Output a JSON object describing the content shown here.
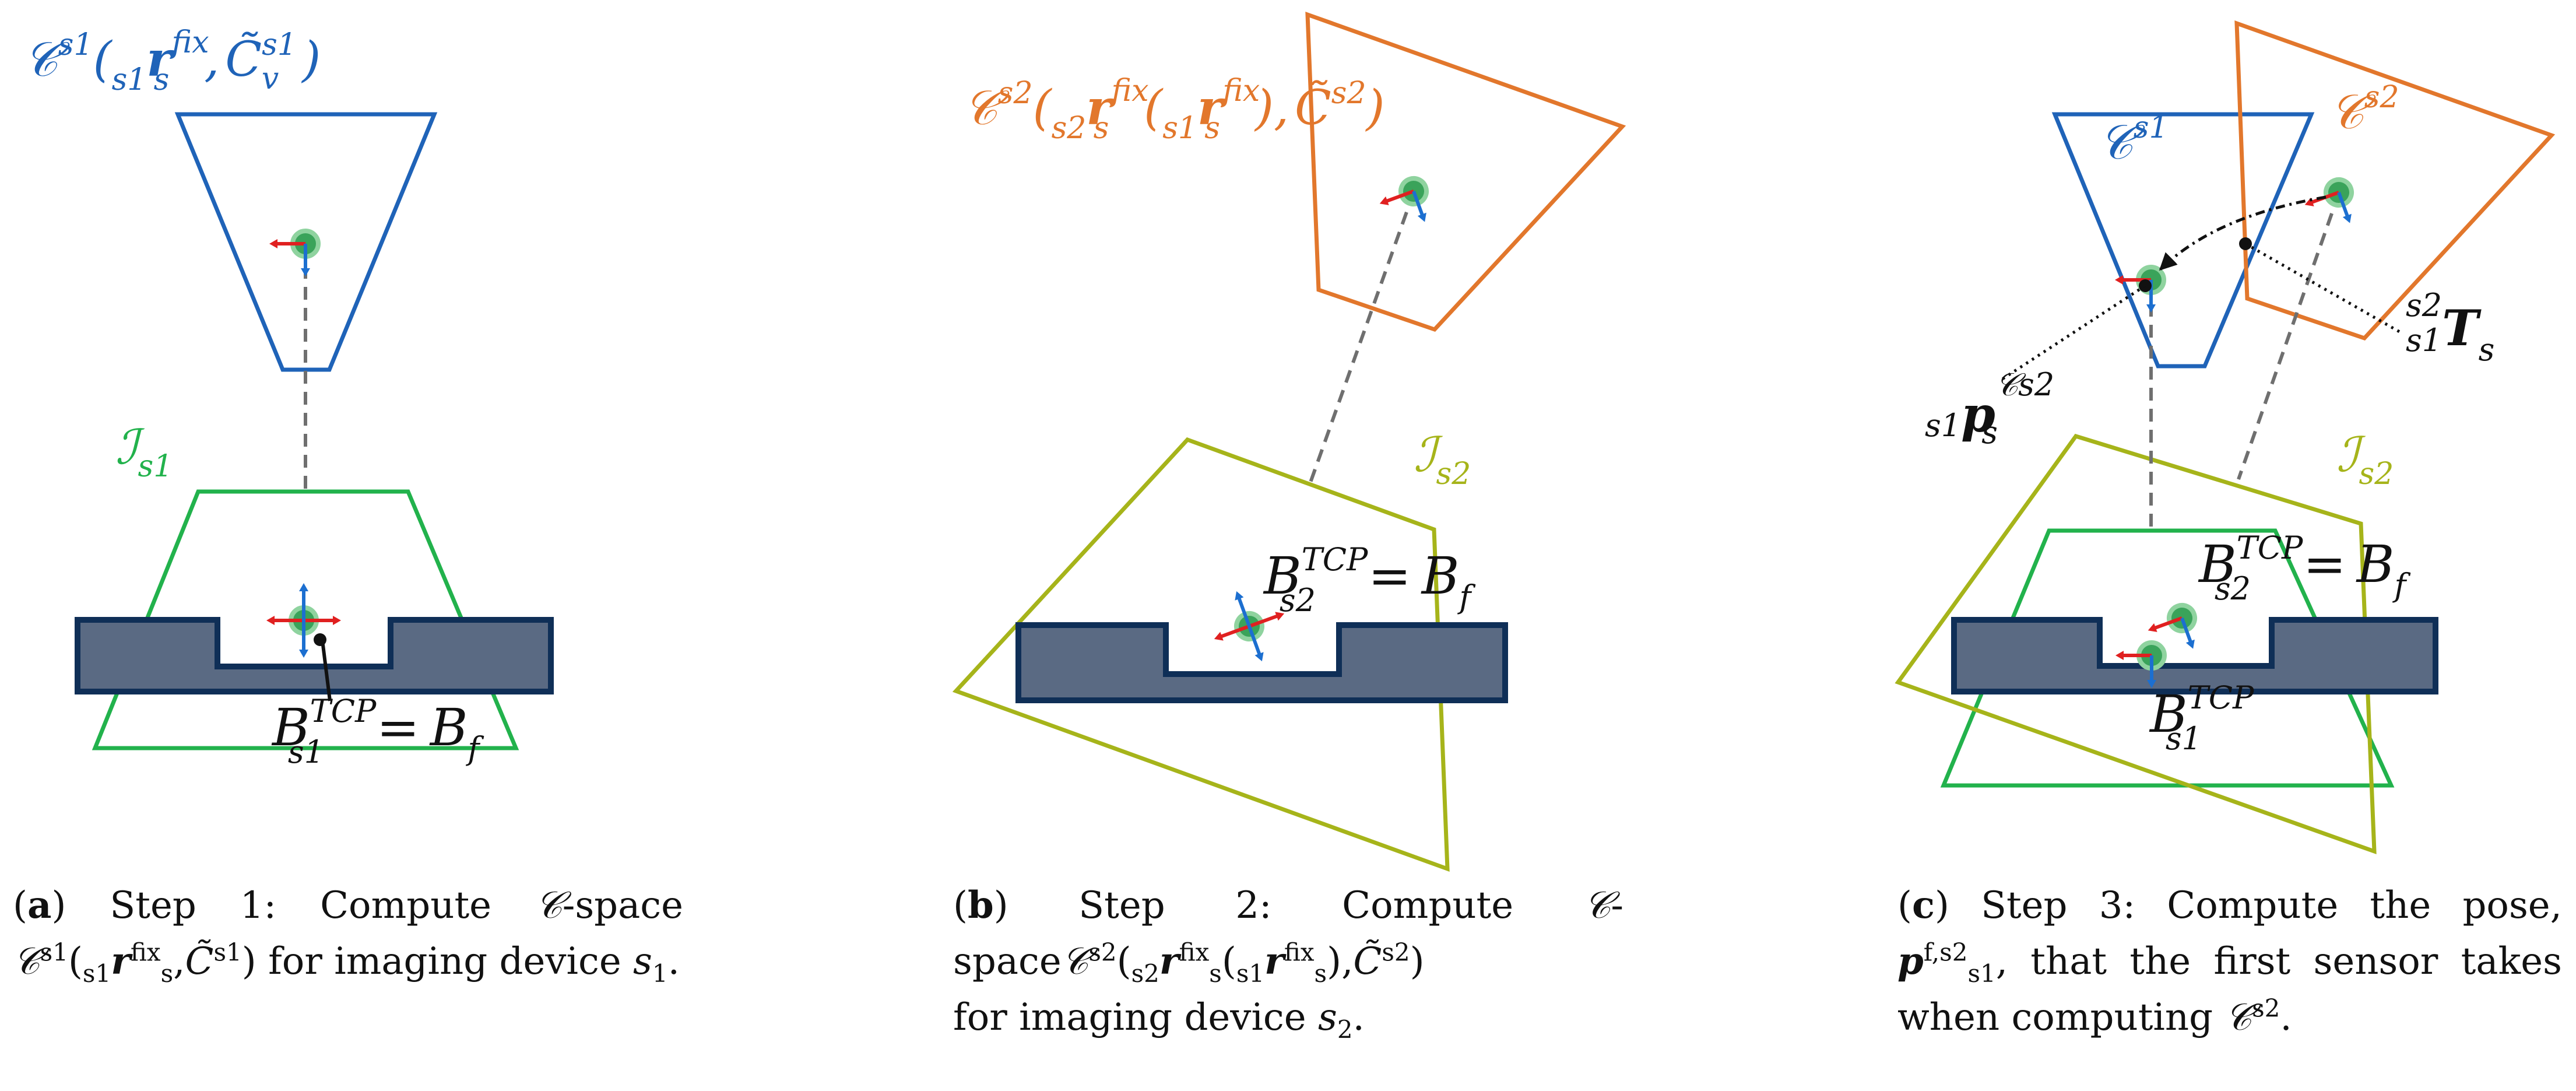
{
  "colors": {
    "camera1": "#1f63b8",
    "camera2": "#e2772c",
    "fov1": "#22b24c",
    "fov2": "#a6b41a",
    "part_fill": "#5a6a83",
    "part_stroke": "#0f2f57",
    "frame_red": "#e02020",
    "frame_blue": "#1c6fd0",
    "frame_green": "#3aa35a",
    "guide": "#6f6f6f"
  },
  "icons": {
    "pose_frame": "coordinate-frame-icon",
    "pivot_dot": "point-icon"
  },
  "panel_a": {
    "cspace_label": {
      "C": "𝒞",
      "sup": "s1",
      "open": "(",
      "pre_sub": "s1",
      "r": "r",
      "r_sub": "s",
      "r_sup": "fix",
      "comma": ",",
      "Ct": "C̃",
      "Ct_sub": "v",
      "Ct_sup": "s1",
      "close": ")"
    },
    "fov_label": {
      "I": "ℐ",
      "sub": "s1"
    },
    "tcp_label": {
      "B": "B",
      "sub": "s1",
      "sup": "TCP",
      "eq": "=",
      "rhs": "B",
      "rhs_sub": "f"
    },
    "caption": {
      "tag": "a",
      "text1": " Step 1: Compute ",
      "C": "𝒞",
      "text2": "-space ",
      "text3": " for imaging device ",
      "dev": "s",
      "dev_sub": "1",
      "end": "."
    }
  },
  "panel_b": {
    "cspace_label": {
      "C": "𝒞",
      "sup": "s2",
      "open": "(",
      "pre_sub": "s2",
      "r": "r",
      "r_sub": "s",
      "r_sup": "fix",
      "open2": "(",
      "pre_sub2": "s1",
      "r2": "r",
      "r2_sub": "s",
      "r2_sup": "fix",
      "close2": ")",
      "comma": ",",
      "Ct": "C̃",
      "Ct_sup": "s2",
      "close": ")"
    },
    "fov_label": {
      "I": "ℐ",
      "sub": "s2"
    },
    "tcp_label": {
      "B": "B",
      "sub": "s2",
      "sup": "TCP",
      "eq": "=",
      "rhs": "B",
      "rhs_sub": "f"
    },
    "caption": {
      "tag": "b",
      "text1": " Step 2: Compute ",
      "C": "𝒞",
      "text2": "-space",
      "text3": " for imaging device ",
      "dev": "s",
      "dev_sub": "2",
      "end": "."
    }
  },
  "panel_c": {
    "cam1_label": {
      "C": "𝒞",
      "sup": "s1"
    },
    "cam2_label": {
      "C": "𝒞",
      "sup": "s2"
    },
    "transform_label": {
      "sup": "s2",
      "sub": "s1",
      "T": "T",
      "T_sub": "s"
    },
    "pose_label": {
      "pre_sub": "s1",
      "p": "p",
      "p_sub": "s",
      "p_sup": "𝒞s2"
    },
    "fov_label": {
      "I": "ℐ",
      "sub": "s2"
    },
    "tcp2_label": {
      "B": "B",
      "sub": "s2",
      "sup": "TCP",
      "eq": "=",
      "rhs": "B",
      "rhs_sub": "f"
    },
    "tcp1_label": {
      "B": "B",
      "sub": "s1",
      "sup": "TCP"
    },
    "caption": {
      "tag": "c",
      "text1": " Step 3: Compute the pose, ",
      "p": "p",
      "p_sub": "s1",
      "p_sup": "f,s2",
      "text2": ", that the first sensor takes when computing ",
      "C": "𝒞",
      "C_sup": "s2",
      "end": "."
    }
  }
}
